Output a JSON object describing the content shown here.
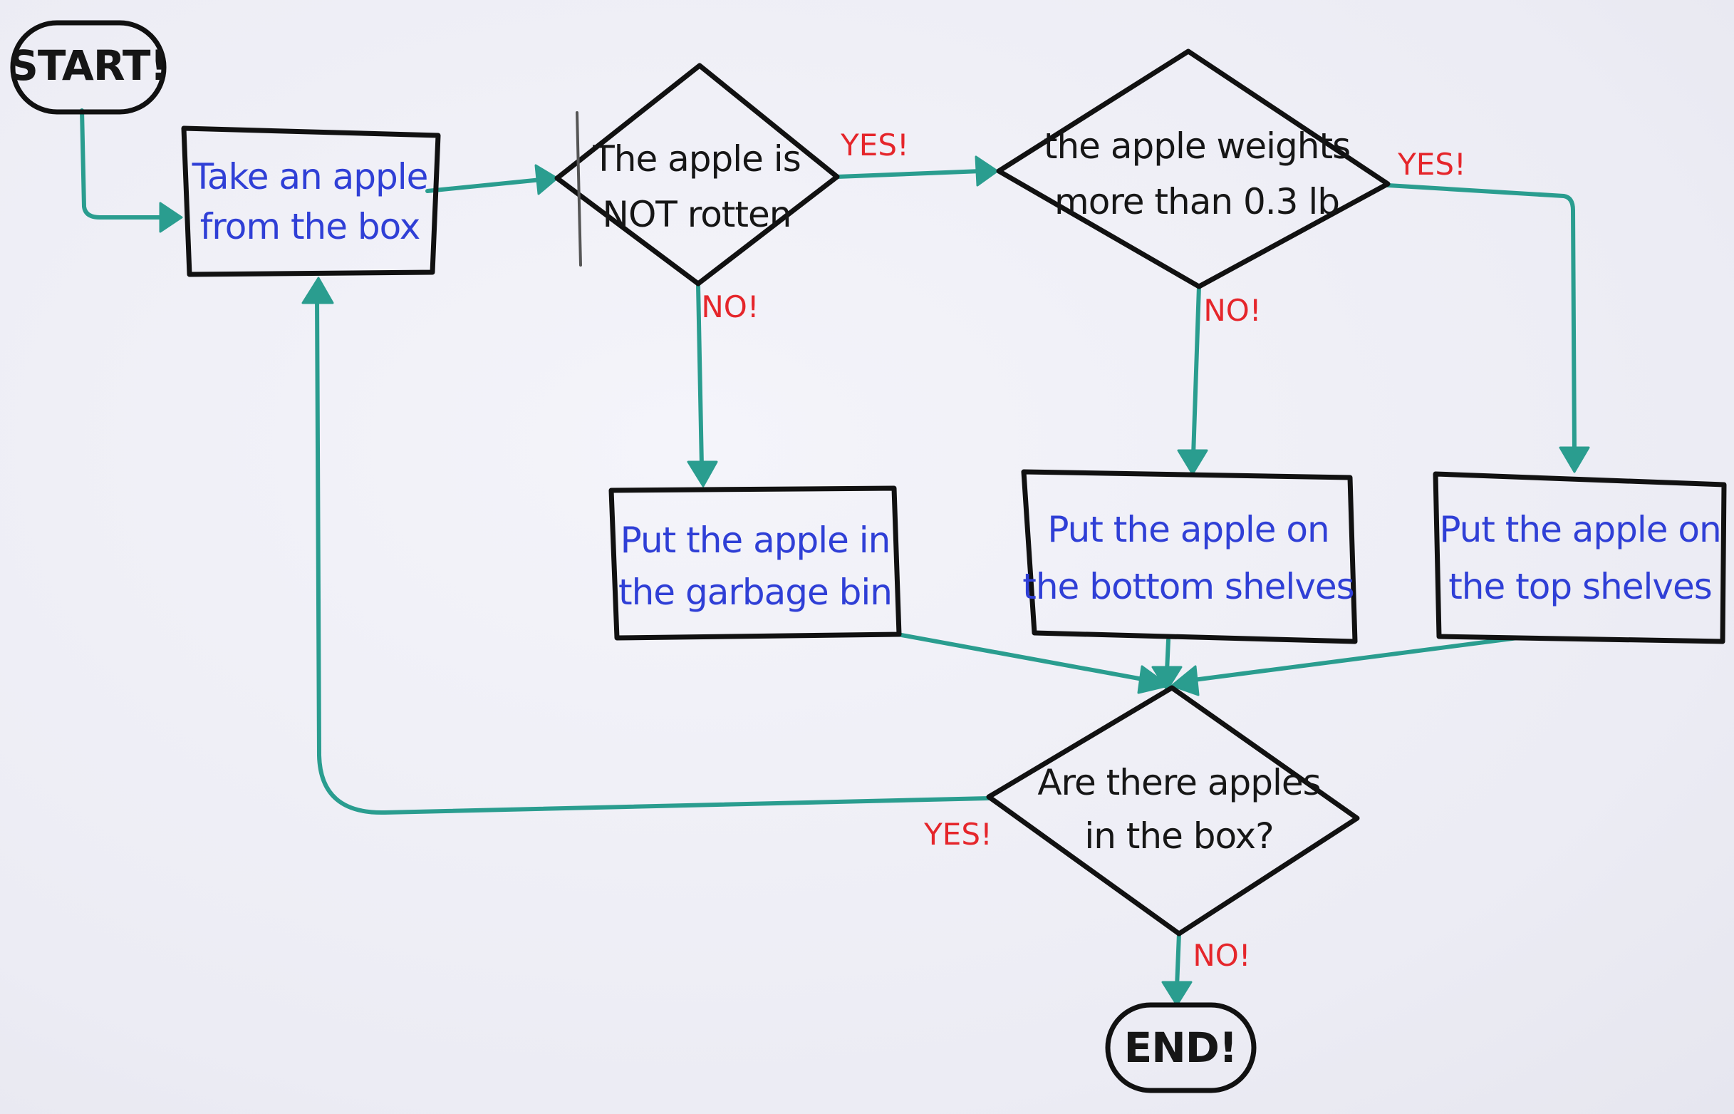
{
  "nodes": {
    "start": {
      "text": "START!"
    },
    "take_apple": {
      "lines": [
        "Take an apple",
        "from the box"
      ]
    },
    "not_rotten": {
      "lines": [
        "The apple is",
        "NOT rotten"
      ]
    },
    "weight": {
      "lines": [
        "the apple weights",
        "more than 0.3 lb"
      ]
    },
    "garbage": {
      "lines": [
        "Put the apple in",
        "the garbage bin"
      ]
    },
    "bottom": {
      "lines": [
        "Put the apple on",
        "the bottom shelves"
      ]
    },
    "top": {
      "lines": [
        "Put the apple on",
        "the top shelves"
      ]
    },
    "more_apples": {
      "lines": [
        "Are there apples",
        "in the box?"
      ]
    },
    "end": {
      "text": "END!"
    }
  },
  "edge_labels": {
    "rotten_yes": "YES!",
    "rotten_no": "NO!",
    "weight_yes": "YES!",
    "weight_no": "NO!",
    "more_yes": "YES!",
    "more_no": "NO!"
  },
  "colors": {
    "connector": "#2a9d8f",
    "process_text": "#2f3fd6",
    "decision_text": "#161616",
    "label_text": "#e5262b",
    "outline": "#111111"
  }
}
